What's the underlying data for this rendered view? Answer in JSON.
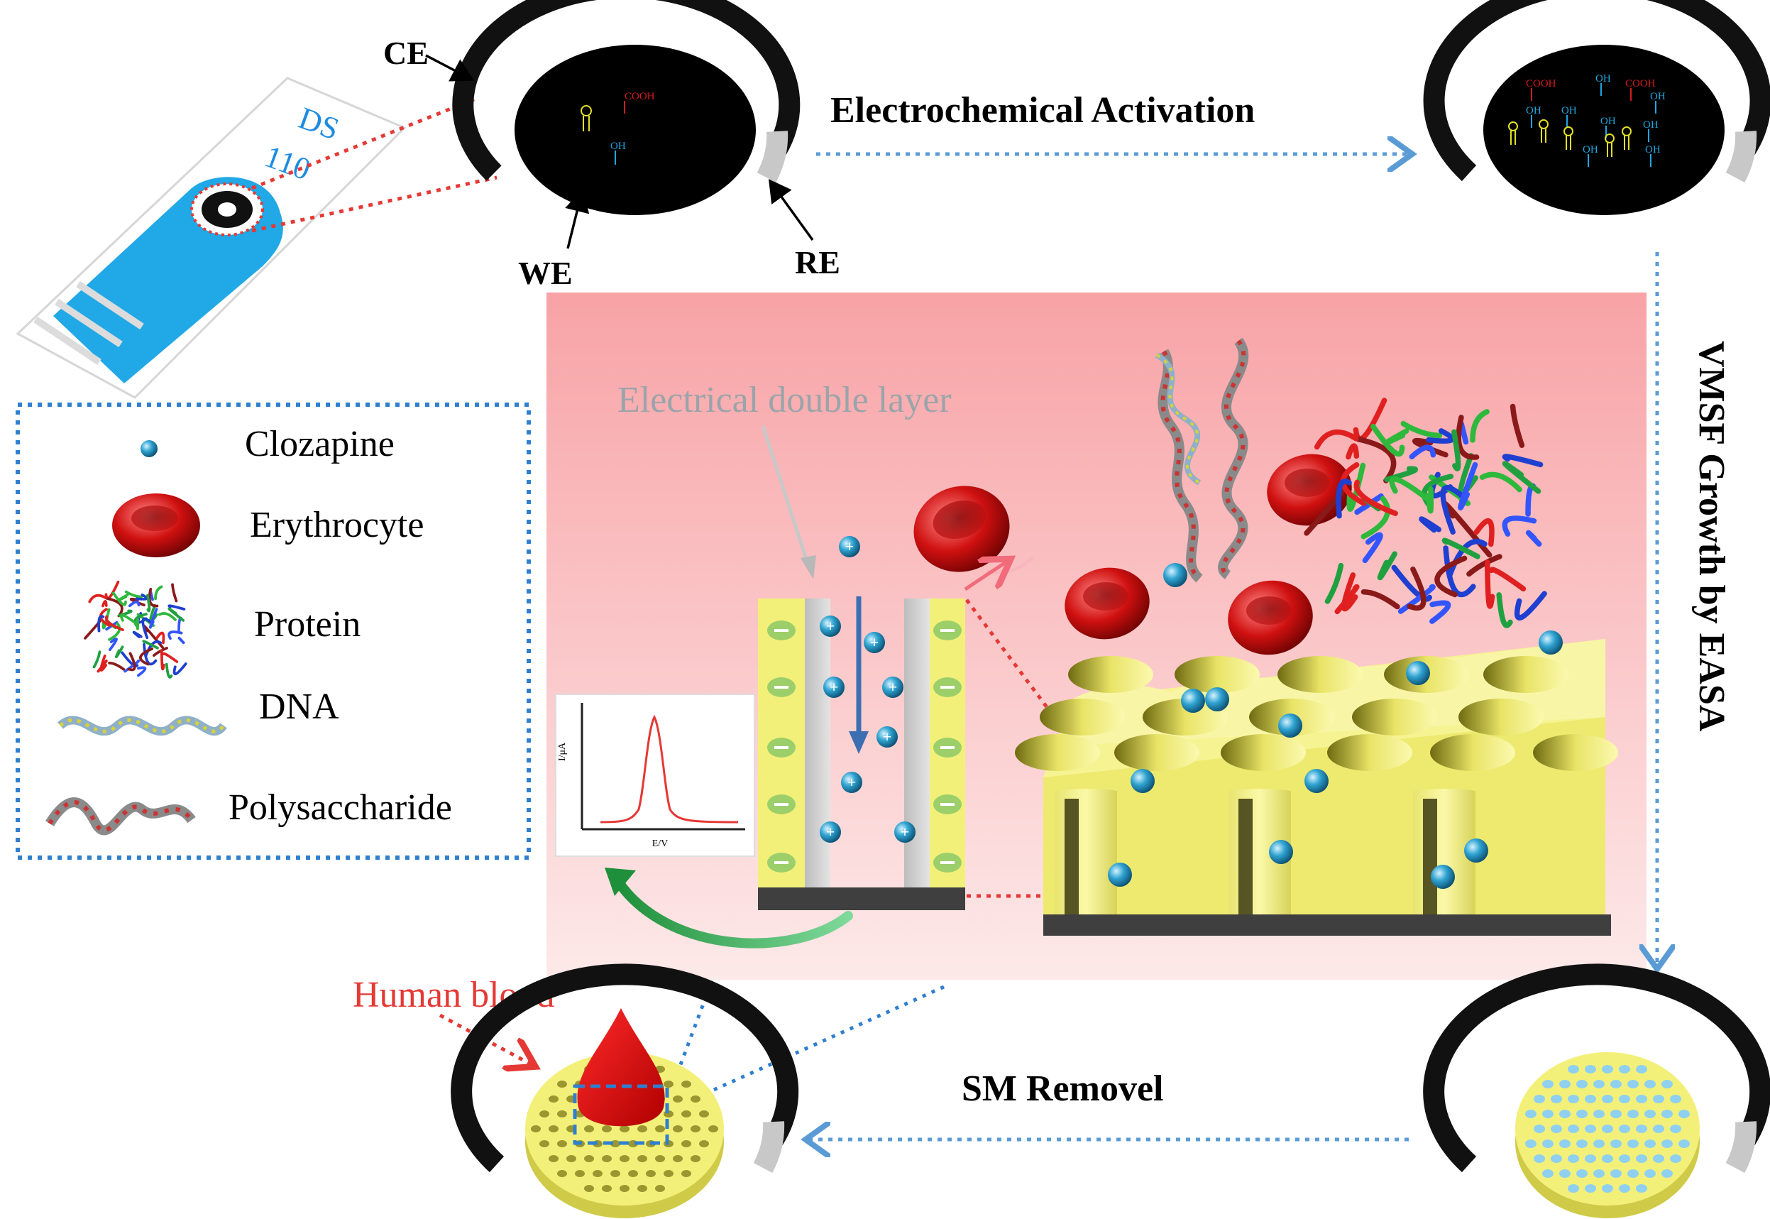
{
  "electrode_labels": {
    "ce": "CE",
    "we": "WE",
    "re": "RE",
    "strip_text_line1": "DS",
    "strip_text_line2": "110"
  },
  "steps": {
    "activation": "Electrochemical Activation",
    "growth": "VMSF Growth by EASA",
    "removal": "SM Removel"
  },
  "functional_groups": {
    "cooh": "COOH",
    "oh": "OH"
  },
  "central_panel": {
    "double_layer_label": "Electrical double layer",
    "blood_label": "Human blood",
    "voltammogram": {
      "ylabel": "I/μA",
      "xlabel": "E/V"
    }
  },
  "legend": {
    "items": [
      {
        "label": "Clozapine"
      },
      {
        "label": "Erythrocyte"
      },
      {
        "label": "Protein"
      },
      {
        "label": "DNA"
      },
      {
        "label": "Polysaccharide"
      }
    ]
  },
  "colors": {
    "panel_top": "#f8a9ab",
    "panel_bottom": "#fde8e8",
    "yellow": "#f2ef7a",
    "blue_arrow": "#5b9bd5",
    "legend_border": "#2f7fcf",
    "red_dot": "#e53935",
    "strip_blue": "#21a8e6"
  }
}
